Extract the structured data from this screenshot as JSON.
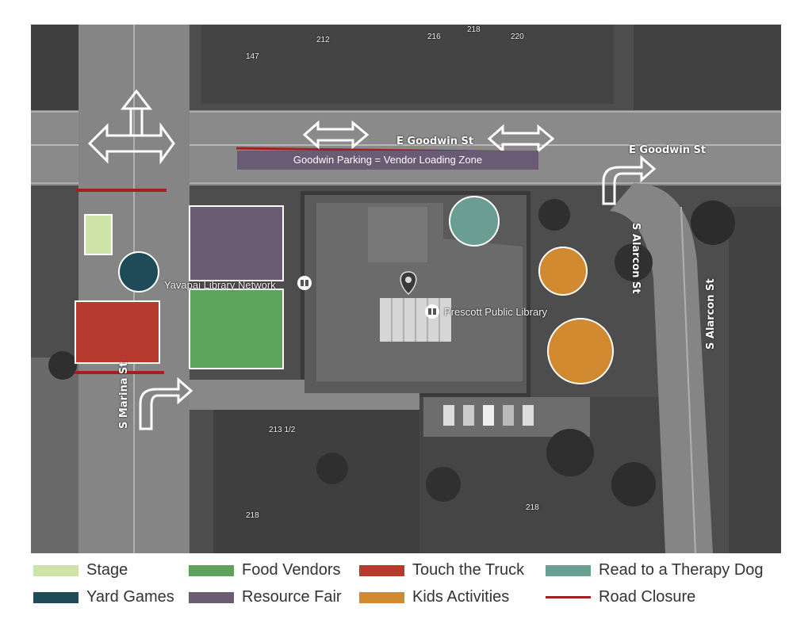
{
  "streets": {
    "goodwin_center": "E Goodwin St",
    "goodwin_right": "E Goodwin St",
    "alarcon_upper": "S Alarcon St",
    "alarcon_lower": "S Alarcon St",
    "marina": "S Marina St"
  },
  "pois": {
    "yavapai": "Yavapai Library Network",
    "prescott": "Prescott Public Library"
  },
  "house_numbers": [
    "147",
    "212",
    "216",
    "218",
    "220",
    "213 1/2",
    "218",
    "218"
  ],
  "banner": {
    "text": "Goodwin Parking = Vendor Loading Zone"
  },
  "colors": {
    "stage": "#cde3a7",
    "food_vendors": "#5ea35b",
    "touch_the_truck": "#b73a2f",
    "therapy_dog": "#6a9e93",
    "yard_games": "#1f4b59",
    "resource_fair": "#6b5b73",
    "kids_activities": "#d18a2f",
    "road_closure": "#a51f1f"
  },
  "legend": [
    {
      "key": "stage",
      "label": "Stage"
    },
    {
      "key": "food_vendors",
      "label": "Food Vendors"
    },
    {
      "key": "touch_the_truck",
      "label": "Touch the Truck"
    },
    {
      "key": "therapy_dog",
      "label": "Read to a Therapy Dog"
    },
    {
      "key": "yard_games",
      "label": "Yard Games"
    },
    {
      "key": "resource_fair",
      "label": "Resource Fair"
    },
    {
      "key": "kids_activities",
      "label": "Kids Activities"
    },
    {
      "key": "road_closure",
      "label": "Road Closure"
    }
  ],
  "icons": [
    "pin-icon",
    "library-icon",
    "arrow-icon"
  ]
}
